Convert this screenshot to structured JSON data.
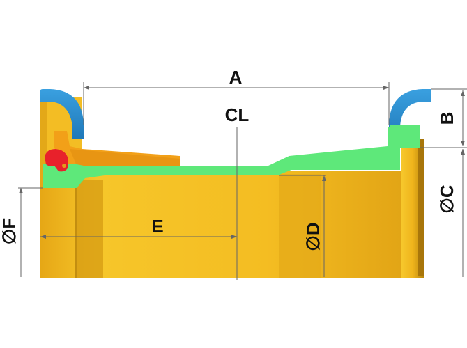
{
  "labels": {
    "a": "A",
    "b": "B",
    "c": "∅C",
    "cl": "CL",
    "d": "∅D",
    "e": "E",
    "f": "∅F"
  },
  "colors": {
    "pipe_body": "#f2b81e",
    "pipe_shadow": "#d49a12",
    "lining": "#5ee87a",
    "seal_cap": "#2f93d6",
    "gland": "#f2a018",
    "gasket": "#e8212b",
    "dim_line": "#666666",
    "text": "#111111"
  }
}
